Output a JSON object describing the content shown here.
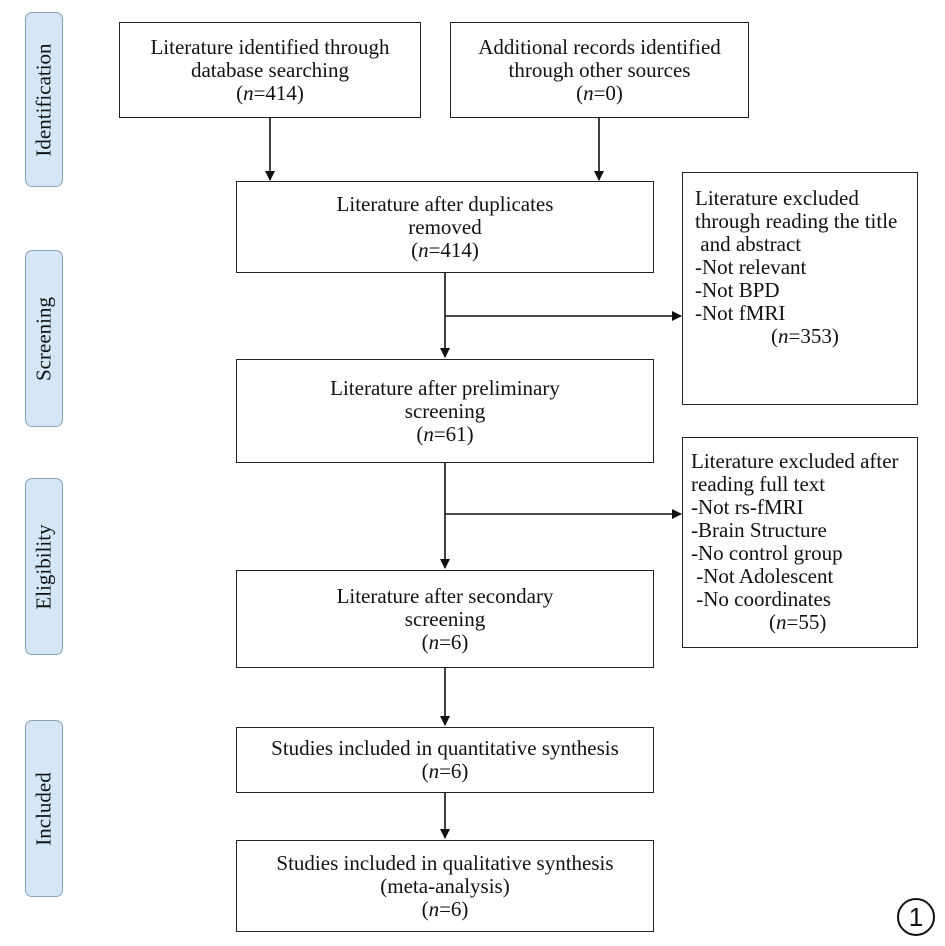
{
  "stages": [
    {
      "id": "identification",
      "label": "Identification"
    },
    {
      "id": "screening",
      "label": "Screening"
    },
    {
      "id": "eligibility",
      "label": "Eligibility"
    },
    {
      "id": "included",
      "label": "Included"
    }
  ],
  "boxes": {
    "database": {
      "lines": [
        "Literature identified through",
        "database searching"
      ],
      "n_var": "n",
      "n_value": "=414"
    },
    "other_sources": {
      "lines": [
        "Additional records identified",
        "through other sources"
      ],
      "n_var": "n",
      "n_value": "=0"
    },
    "duplicates": {
      "lines": [
        "Literature after duplicates",
        "removed"
      ],
      "n_var": "n",
      "n_value": "=414"
    },
    "excluded_title": {
      "lines": [
        "Literature excluded",
        "through reading the title",
        " and abstract",
        "-Not relevant",
        "-Not BPD",
        "-Not fMRI"
      ],
      "n_var": "n",
      "n_value": "=353"
    },
    "preliminary": {
      "lines": [
        "Literature after preliminary",
        "screening"
      ],
      "n_var": "n",
      "n_value": "=61"
    },
    "excluded_fulltext": {
      "lines": [
        "Literature excluded after",
        "reading full text",
        "-Not rs-fMRI",
        "-Brain Structure",
        "-No control group",
        " -Not Adolescent",
        " -No coordinates"
      ],
      "n_var": "n",
      "n_value": "=55"
    },
    "secondary": {
      "lines": [
        "Literature after secondary",
        "screening"
      ],
      "n_var": "n",
      "n_value": "=6"
    },
    "quantitative": {
      "lines": [
        "Studies included in quantitative synthesis"
      ],
      "n_var": "n",
      "n_value": "=6"
    },
    "qualitative": {
      "lines": [
        "Studies included in qualitative synthesis",
        "(meta-analysis)"
      ],
      "n_var": "n",
      "n_value": "=6"
    }
  },
  "figure_number": "1"
}
